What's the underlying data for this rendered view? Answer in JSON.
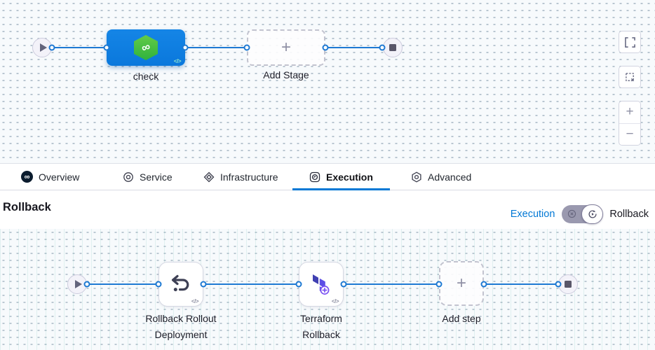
{
  "colors": {
    "accent_blue": "#0278d5",
    "stage_node_blue": "#0b7ce2",
    "harness_green": "#42ba57",
    "terraform_purple": "#5c4ee5",
    "connector_blue": "#1d79d3"
  },
  "glyphs": {
    "plus": "+",
    "minus": "−",
    "code": "</>",
    "infinity": "∞"
  },
  "stage_canvas": {
    "stage_label": "check",
    "add_stage_label": "Add Stage"
  },
  "tabs": {
    "items": [
      {
        "label": "Overview",
        "active": false
      },
      {
        "label": "Service",
        "active": false
      },
      {
        "label": "Infrastructure",
        "active": false
      },
      {
        "label": "Execution",
        "active": true
      },
      {
        "label": "Advanced",
        "active": false
      }
    ]
  },
  "execution_panel": {
    "title": "Rollback",
    "mode_toggle": {
      "left_link": "Execution",
      "right_label": "Rollback",
      "selected": "Rollback"
    }
  },
  "rollback_canvas": {
    "steps": [
      {
        "name": "Rollback Rollout Deployment",
        "label_line1": "Rollback Rollout",
        "label_line2": "Deployment",
        "icon": "rollback-arrow-icon"
      },
      {
        "name": "Terraform Rollback",
        "label_line1": "Terraform",
        "label_line2": "Rollback",
        "icon": "terraform-icon"
      }
    ],
    "add_step_label": "Add step"
  }
}
